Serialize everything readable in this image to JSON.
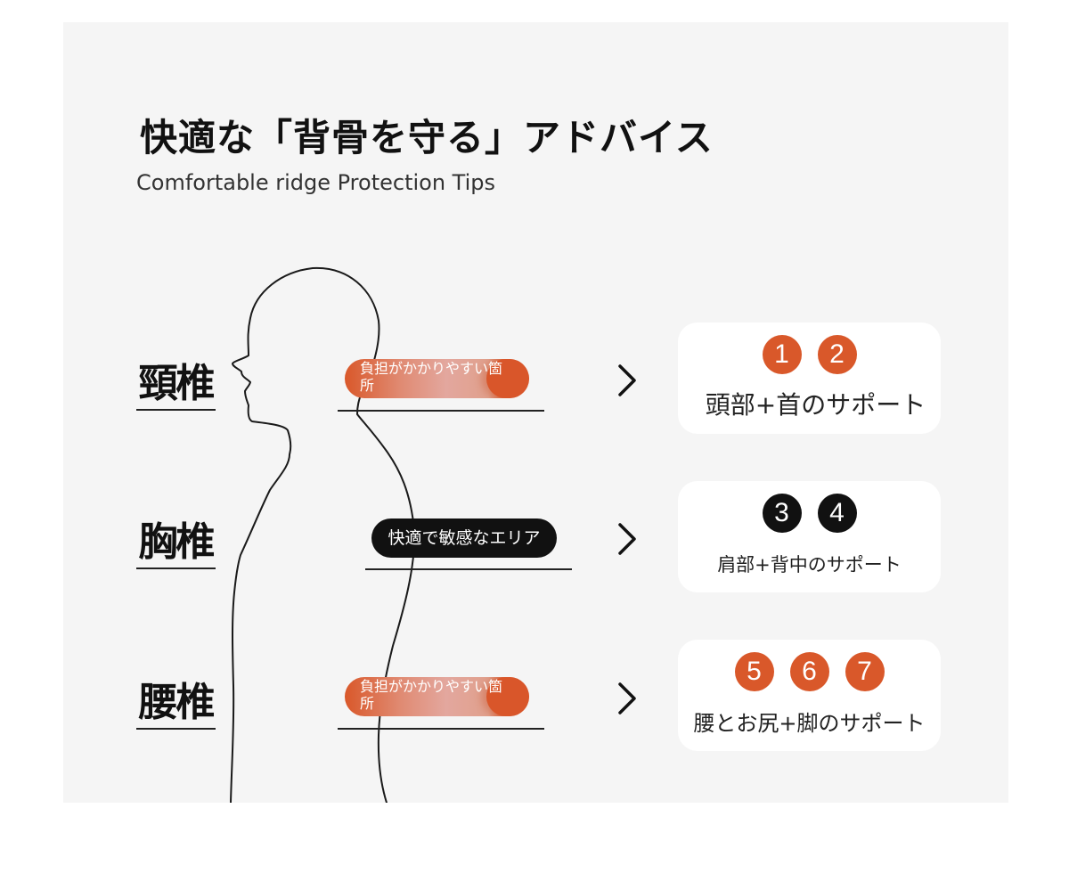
{
  "header": {
    "title": "快適な「背骨を守る」アドバイス",
    "subtitle": "Comfortable ridge Protection Tips"
  },
  "regions": [
    {
      "label": "頸椎",
      "tag": "負担がかかりやすい箇所",
      "tag_style": "orange",
      "badges": [
        "1",
        "2"
      ],
      "badge_style": "orange",
      "support": "頭部+首のサポート"
    },
    {
      "label": "胸椎",
      "tag": "快適で敏感なエリア",
      "tag_style": "black",
      "badges": [
        "3",
        "4"
      ],
      "badge_style": "black",
      "support": "肩部+背中のサポート"
    },
    {
      "label": "腰椎",
      "tag": "負担がかかりやすい箇所",
      "tag_style": "orange",
      "badges": [
        "5",
        "6",
        "7"
      ],
      "badge_style": "orange",
      "support": "腰とお尻+脚のサポート"
    }
  ],
  "icons": {
    "arrow": "chevron-right-icon",
    "figure": "human-silhouette-icon"
  },
  "colors": {
    "panel_background": "#f5f5f5",
    "accent_orange": "#d9582a",
    "accent_black": "#111111",
    "card_background": "#ffffff"
  }
}
